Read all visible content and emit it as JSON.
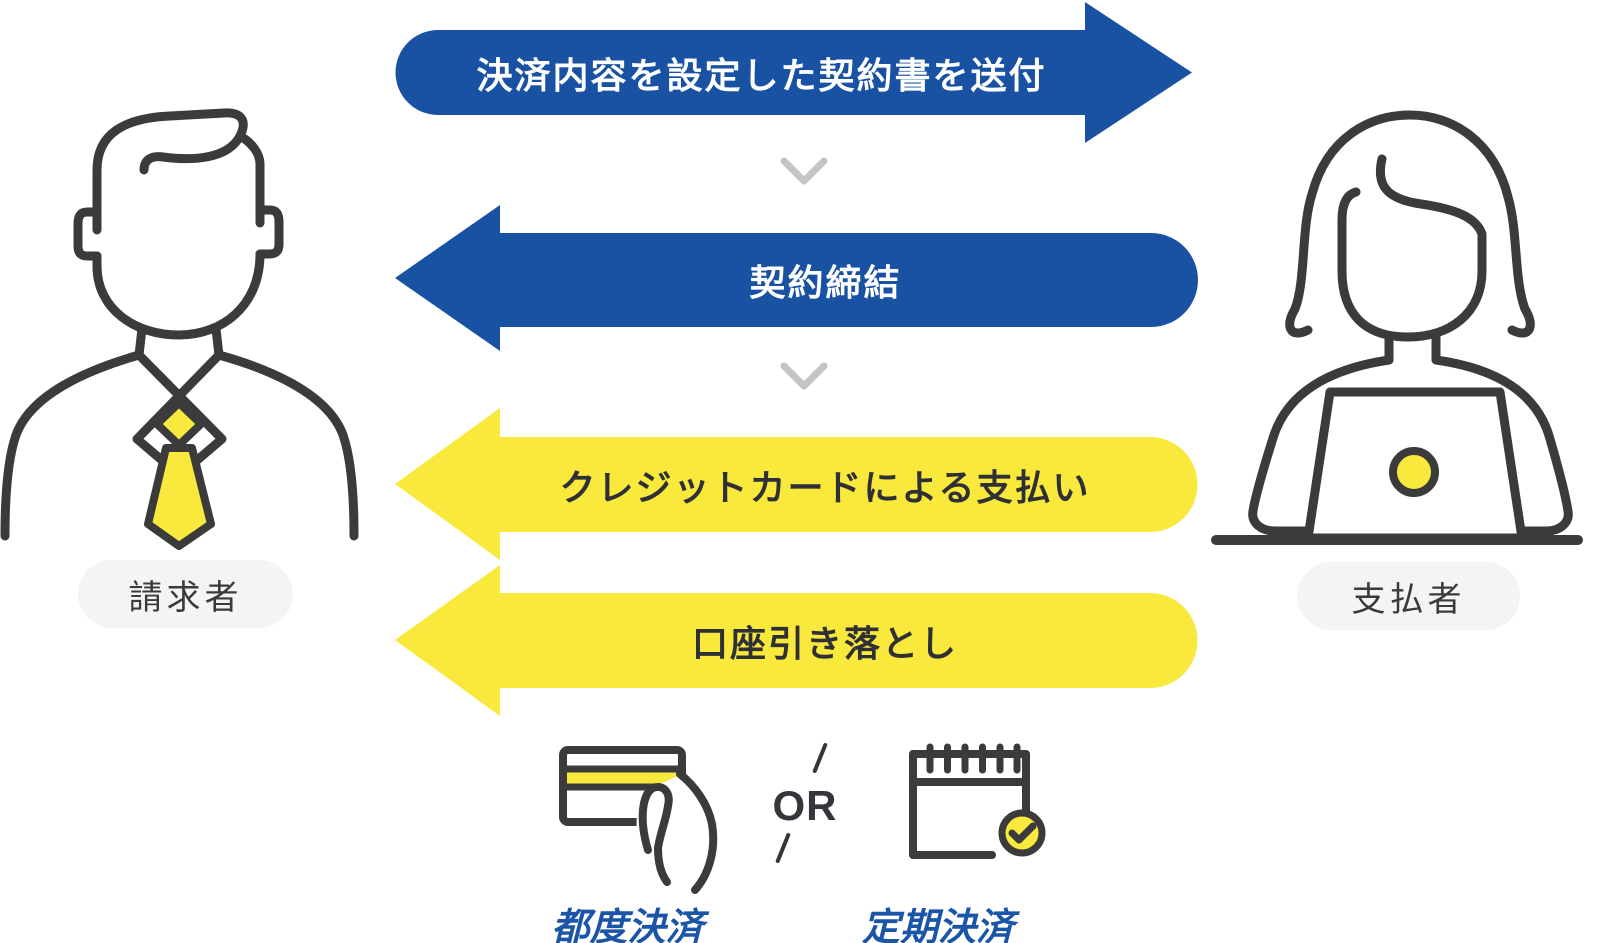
{
  "diagram": {
    "title_hint": "payment-flow-between-biller-and-payer",
    "actors": {
      "biller": {
        "label": "請求者",
        "icon": "businessman-with-tie"
      },
      "payer": {
        "label": "支払者",
        "icon": "woman-at-laptop"
      }
    },
    "flows": [
      {
        "label": "決済内容を設定した契約書を送付",
        "direction": "right",
        "color_name": "blue"
      },
      {
        "label": "契約締結",
        "direction": "left",
        "color_name": "blue"
      },
      {
        "label": "クレジットカードによる支払い",
        "direction": "left",
        "color_name": "yellow"
      },
      {
        "label": "口座引き落とし",
        "direction": "left",
        "color_name": "yellow"
      }
    ],
    "payment_options": {
      "or_label": "OR",
      "options": [
        {
          "label": "都度決済",
          "icon": "credit-card-in-hand"
        },
        {
          "label": "定期決済",
          "icon": "calendar-with-check"
        }
      ]
    },
    "colors": {
      "arrow_blue": "#1a52a3",
      "arrow_yellow": "#f9e93c",
      "outline_dark": "#3b3b3b",
      "chevron_gray": "#c5c5c5",
      "pill_bg": "#f4f4f4",
      "text_on_blue": "#ffffff",
      "text_on_yellow": "#2f2f36",
      "option_label_blue": "#1a55a8"
    }
  }
}
